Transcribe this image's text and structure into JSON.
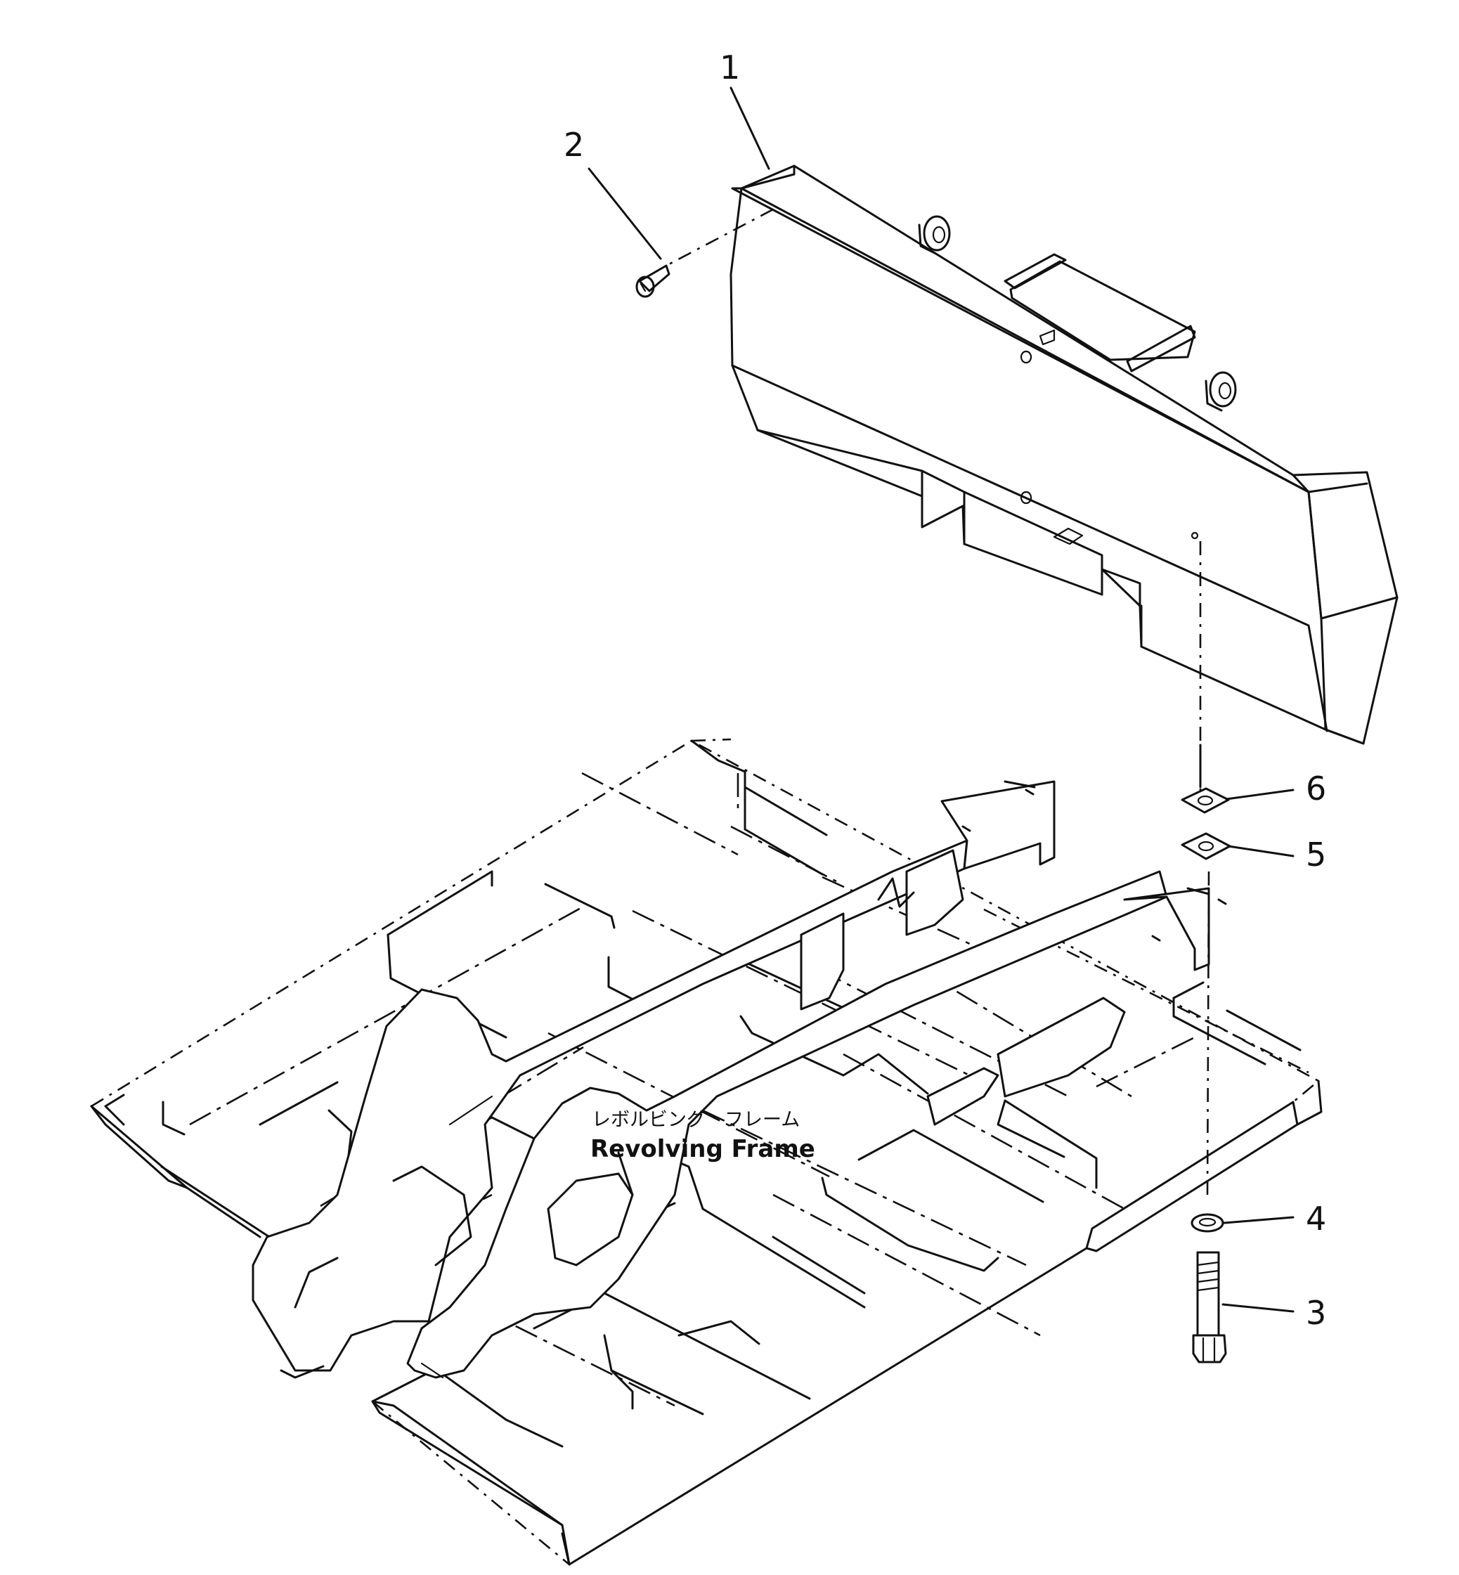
{
  "callouts": [
    {
      "id": "part-1",
      "number": "1"
    },
    {
      "id": "part-2",
      "number": "2"
    },
    {
      "id": "part-3",
      "number": "3"
    },
    {
      "id": "part-4",
      "number": "4"
    },
    {
      "id": "part-5",
      "number": "5"
    },
    {
      "id": "part-6",
      "number": "6"
    }
  ],
  "frame_label": {
    "japanese": "レボルビング　フレーム",
    "english": "Revolving Frame"
  }
}
